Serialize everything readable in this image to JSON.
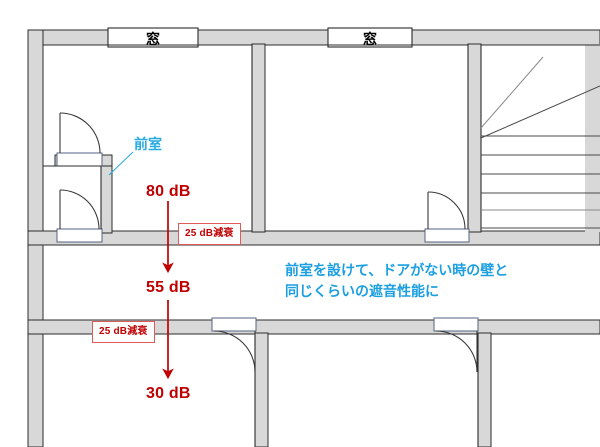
{
  "diagram": {
    "title": "soundproof-vestibule-floorplan",
    "colors": {
      "red": "#c00000",
      "red_border": "#e05a5a",
      "blue": "#29abe2",
      "note_blue": "#1b9fe0",
      "wall_fill": "#d8d8d8",
      "wall_stroke": "#2b2b2b",
      "door_stroke": "#3a3a3a",
      "opening_stroke": "#4a5a7a",
      "background": "#ffffff"
    }
  },
  "windows": [
    {
      "label": "窓",
      "name": "window-label-left"
    },
    {
      "label": "窓",
      "name": "window-label-right"
    }
  ],
  "annotations": {
    "vestibule_label": "前室",
    "note": "前室を設けて、ドアがない時の壁と\n同じくらいの遮音性能に"
  },
  "sound_levels": [
    {
      "value": "80 dB",
      "name": "level-source"
    },
    {
      "value": "55 dB",
      "name": "level-middle"
    },
    {
      "value": "30 dB",
      "name": "level-bottom"
    }
  ],
  "attenuations": [
    {
      "value": "25 dB減衰",
      "name": "attenuation-upper"
    },
    {
      "value": "25 dB減衰",
      "name": "attenuation-lower"
    }
  ]
}
